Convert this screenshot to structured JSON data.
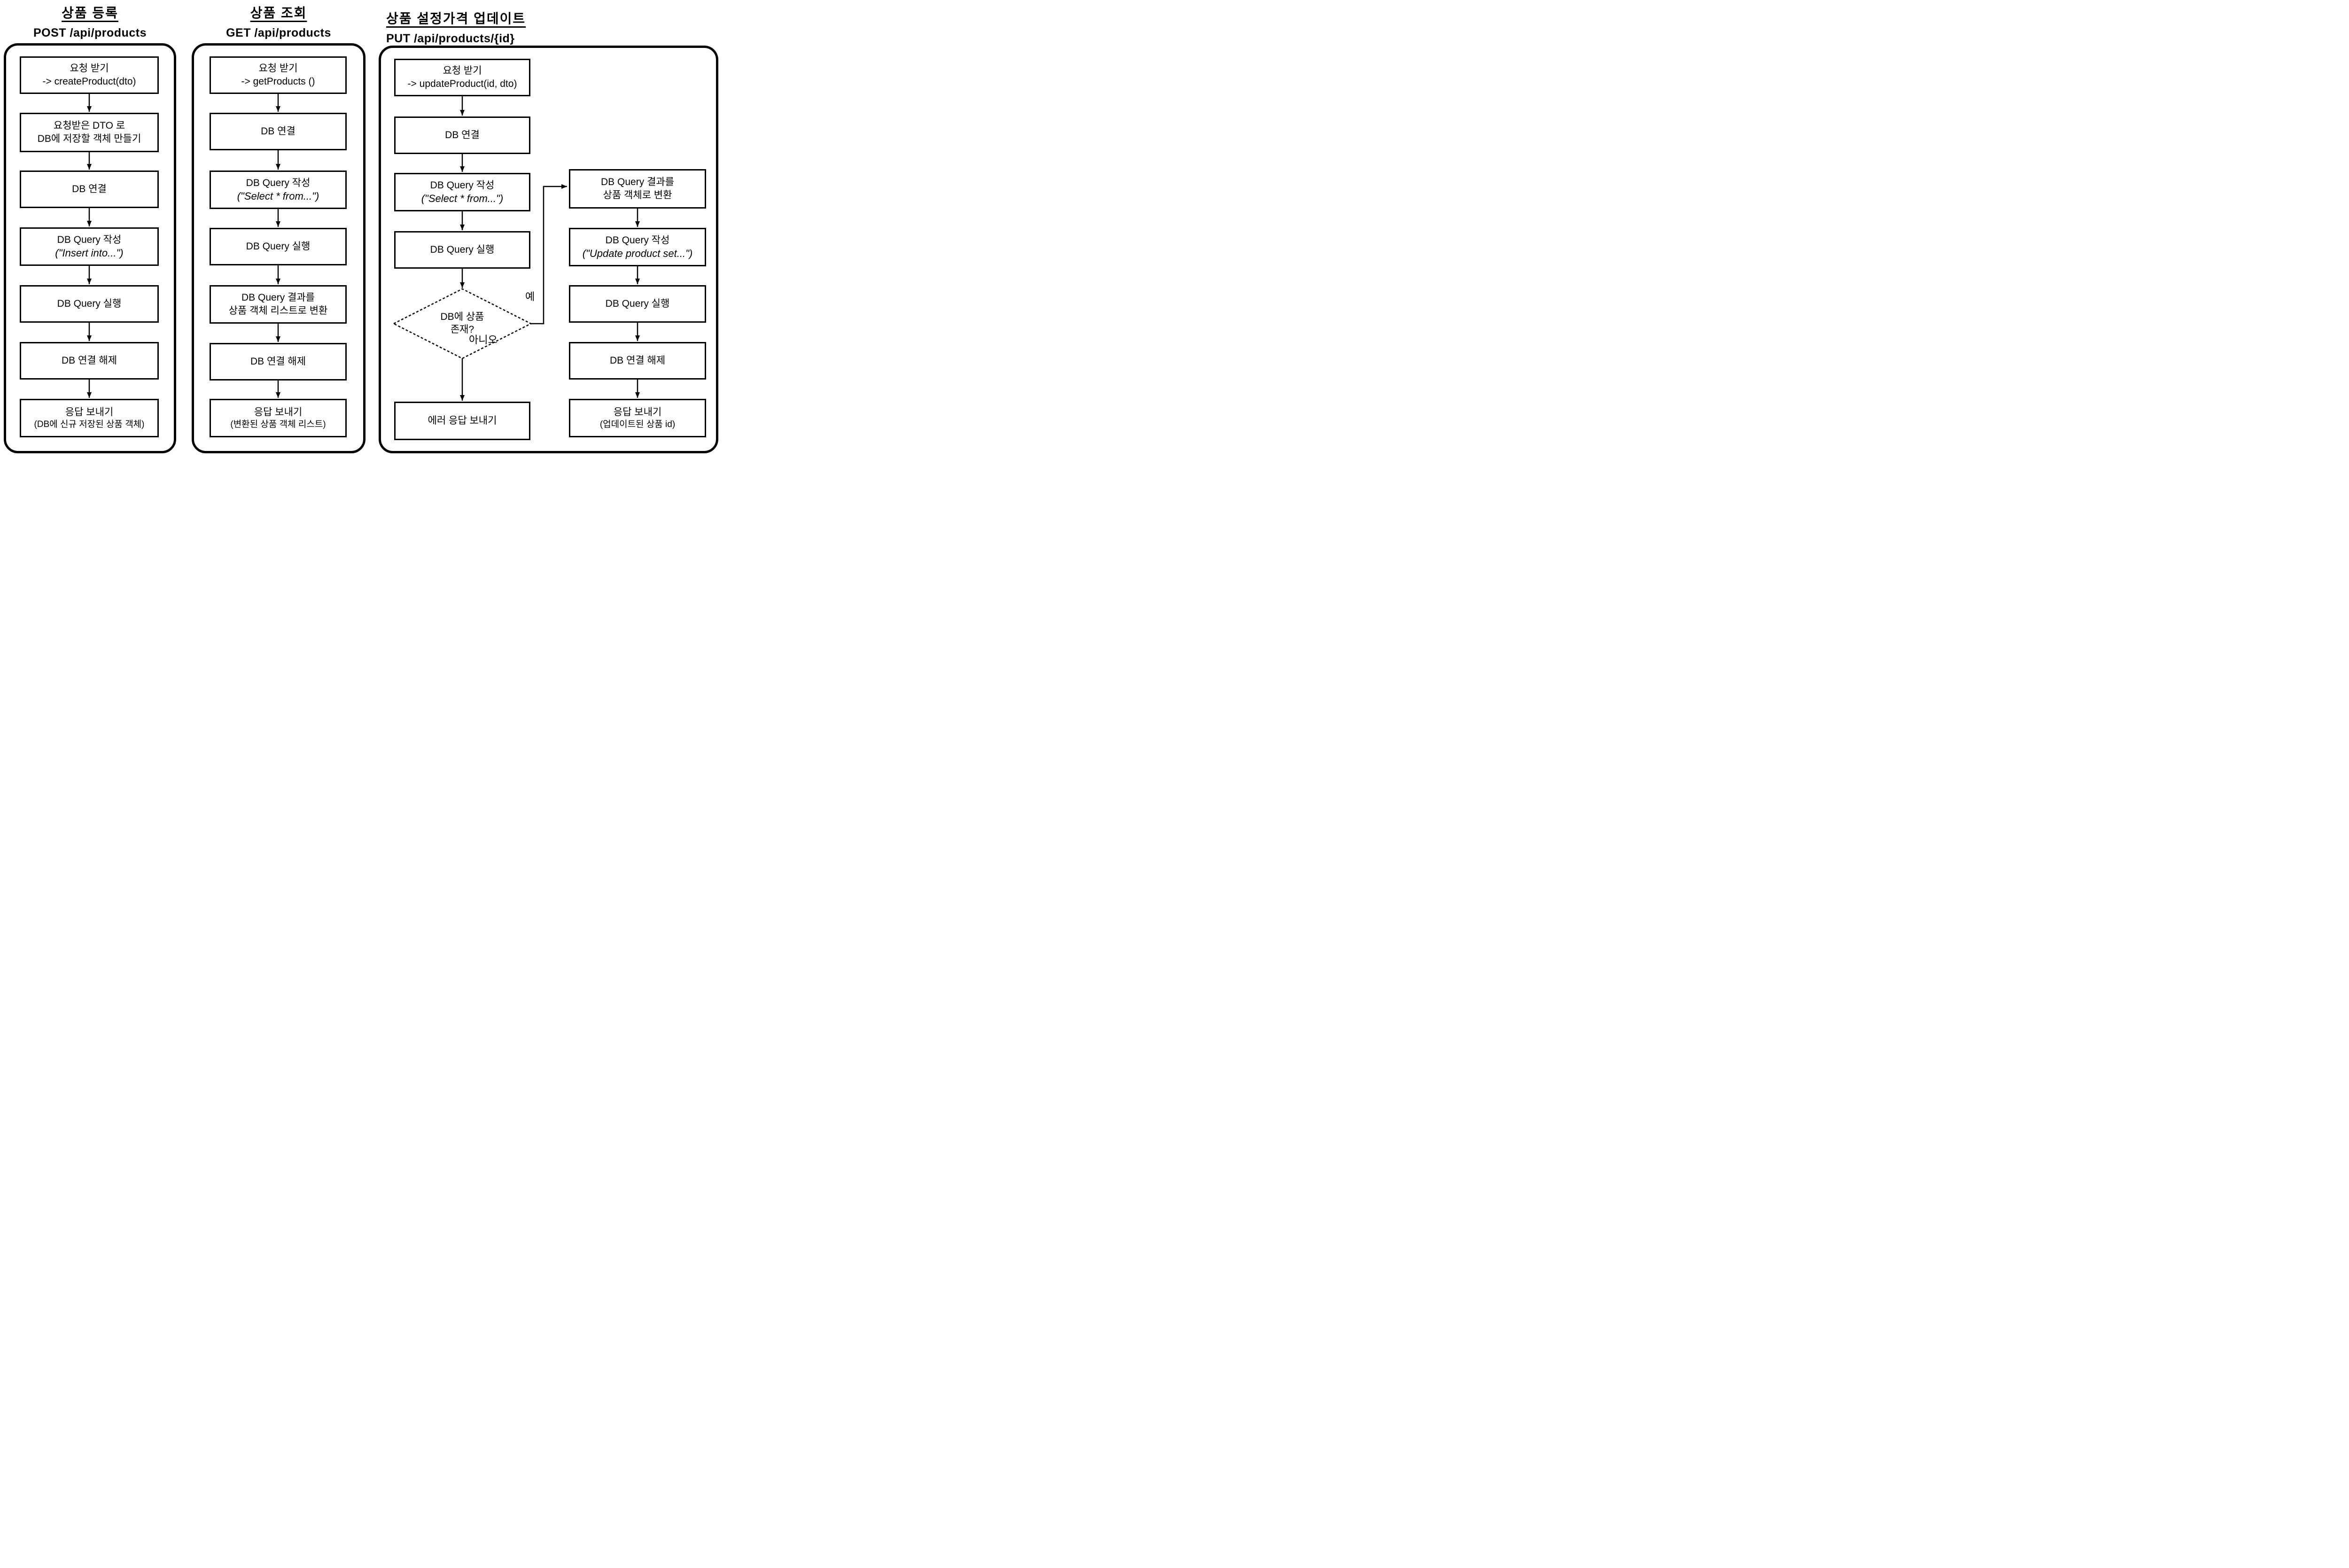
{
  "flows": [
    {
      "title": "상품 등록",
      "method": "POST /api/products",
      "steps": [
        {
          "lines": [
            "요청 받기",
            "-> createProduct(dto)"
          ]
        },
        {
          "lines": [
            "요청받은 DTO 로",
            "DB에 저장할 객체 만들기"
          ]
        },
        {
          "lines": [
            "DB 연결"
          ]
        },
        {
          "lines": [
            "DB Query 작성",
            "(\"Insert into...\")"
          ]
        },
        {
          "lines": [
            "DB Query 실행"
          ]
        },
        {
          "lines": [
            "DB 연결 해제"
          ]
        },
        {
          "lines": [
            "응답 보내기",
            "(DB에 신규 저장된 상품 객체)"
          ]
        }
      ]
    },
    {
      "title": "상품 조회",
      "method": "GET /api/products",
      "steps": [
        {
          "lines": [
            "요청 받기",
            "-> getProducts ()"
          ]
        },
        {
          "lines": [
            "DB 연결"
          ]
        },
        {
          "lines": [
            "DB Query 작성",
            "(\"Select * from...\")"
          ]
        },
        {
          "lines": [
            "DB Query 실행"
          ]
        },
        {
          "lines": [
            "DB Query 결과를",
            "상품 객체 리스트로 변환"
          ]
        },
        {
          "lines": [
            "DB 연결 해제"
          ]
        },
        {
          "lines": [
            "응답 보내기",
            "(변환된 상품 객체 리스트)"
          ]
        }
      ]
    },
    {
      "title": "상품 설정가격 업데이트",
      "method": "PUT /api/products/{id}",
      "left_steps": [
        {
          "lines": [
            "요청 받기",
            "-> updateProduct(id, dto)"
          ]
        },
        {
          "lines": [
            "DB 연결"
          ]
        },
        {
          "lines": [
            "DB Query 작성",
            "(\"Select * from...\")"
          ]
        },
        {
          "lines": [
            "DB Query 실행"
          ]
        }
      ],
      "decision": {
        "lines": [
          "DB에 상품",
          "존재?"
        ],
        "yes_label": "예",
        "no_label": "아니오"
      },
      "error_step": {
        "lines": [
          "에러 응답 보내기"
        ]
      },
      "right_steps": [
        {
          "lines": [
            "DB Query 결과를",
            "상품 객체로 변환"
          ]
        },
        {
          "lines": [
            "DB Query 작성",
            "(\"Update product set...\")"
          ]
        },
        {
          "lines": [
            "DB Query 실행"
          ]
        },
        {
          "lines": [
            "DB 연결 해제"
          ]
        },
        {
          "lines": [
            "응답 보내기",
            "(업데이트된 상품 id)"
          ]
        }
      ]
    }
  ],
  "colors": {
    "line": "#000000",
    "background": "#ffffff"
  }
}
